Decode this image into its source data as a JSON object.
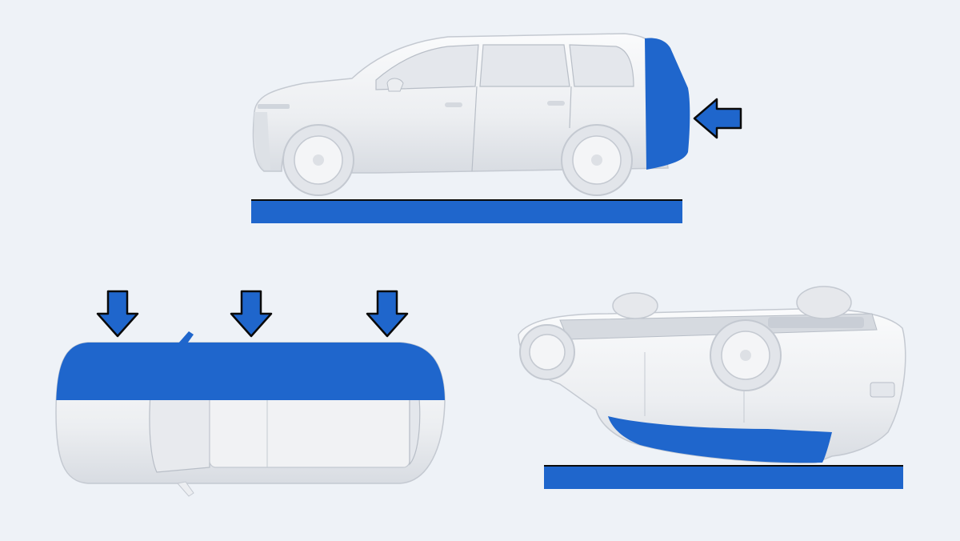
{
  "colors": {
    "background": "#eef2f7",
    "accent_blue": "#1f66cc",
    "car_body": "#f3f4f6",
    "car_shade": "#d9dde3",
    "car_line": "#b8bec7",
    "tire": "#e6e8ec",
    "outline": "#0a0a0a"
  },
  "panels": [
    {
      "name": "rear-impact",
      "view": "side",
      "highlight": "rear-end",
      "arrows": 1,
      "arrow_direction": "left"
    },
    {
      "name": "roof-crush",
      "view": "top",
      "highlight": "upper-half",
      "arrows": 3,
      "arrow_direction": "down"
    },
    {
      "name": "rollover",
      "view": "upside-down-side",
      "highlight": "roof",
      "arrows": 0
    }
  ],
  "icons": [
    "arrow-left-icon",
    "arrow-down-icon"
  ]
}
